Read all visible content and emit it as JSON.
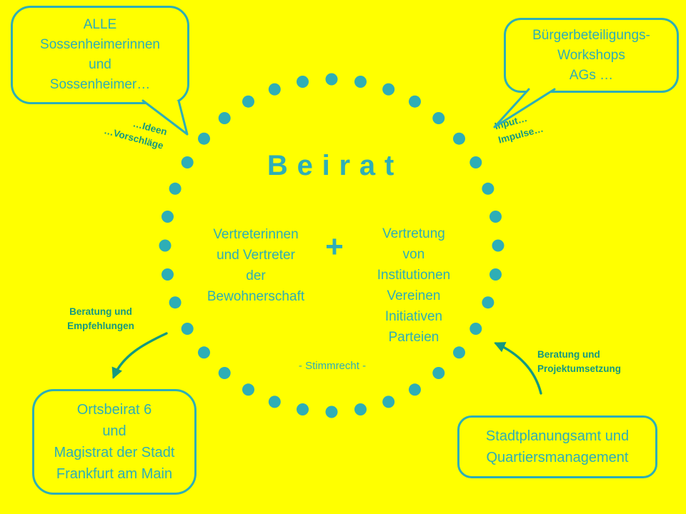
{
  "colors": {
    "background": "#FFFF00",
    "teal": "#2EAEB6",
    "green": "#149980"
  },
  "center": {
    "title": "Beirat",
    "left_column": "Vertreterinnen\nund Vertreter\nder\nBewohnerschaft",
    "plus": "+",
    "right_column": "Vertretung\nvon\nInstitutionen\nVereinen\nInitiativen\nParteien",
    "voting_note": "- Stimmrecht -"
  },
  "bubbles": {
    "top_left": "ALLE\nSossenheimerinnen\nund\nSossenheimer…",
    "top_right": "Bürgerbeteiligungs-\nWorkshops\nAGs …",
    "bottom_left": "Ortsbeirat 6\nund\nMagistrat der Stadt\nFrankfurt am Main",
    "bottom_right": "Stadtplanungsamt und\nQuartiersmanagement"
  },
  "annotations": {
    "ideas": "…Ideen\n…Vorschläge",
    "input": "Input…\nImpulse…",
    "advice_left": "Beratung und\nEmpfehlungen",
    "advice_right": "Beratung und\nProjektumsetzung"
  }
}
